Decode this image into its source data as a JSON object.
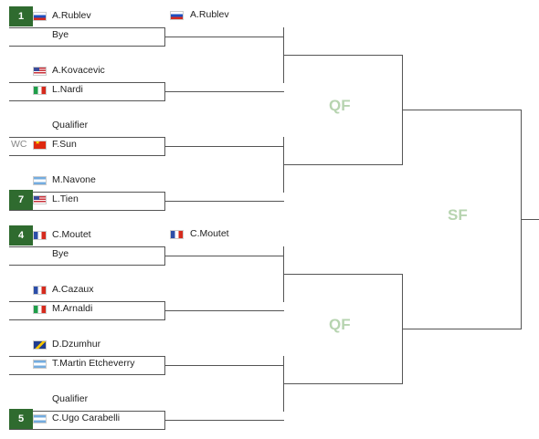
{
  "round1": [
    {
      "seed": "1",
      "wc": "",
      "flag": "ru",
      "name": "A.Rublev"
    },
    {
      "seed": "",
      "wc": "",
      "flag": "",
      "name": "Bye"
    },
    {
      "seed": "",
      "wc": "",
      "flag": "us",
      "name": "A.Kovacevic"
    },
    {
      "seed": "",
      "wc": "",
      "flag": "it",
      "name": "L.Nardi"
    },
    {
      "seed": "",
      "wc": "",
      "flag": "",
      "name": "Qualifier"
    },
    {
      "seed": "",
      "wc": "WC",
      "flag": "cn",
      "name": "F.Sun"
    },
    {
      "seed": "",
      "wc": "",
      "flag": "ar",
      "name": "M.Navone"
    },
    {
      "seed": "7",
      "wc": "",
      "flag": "us",
      "name": "L.Tien"
    },
    {
      "seed": "4",
      "wc": "",
      "flag": "fr",
      "name": "C.Moutet"
    },
    {
      "seed": "",
      "wc": "",
      "flag": "",
      "name": "Bye"
    },
    {
      "seed": "",
      "wc": "",
      "flag": "fr",
      "name": "A.Cazaux"
    },
    {
      "seed": "",
      "wc": "",
      "flag": "it",
      "name": "M.Arnaldi"
    },
    {
      "seed": "",
      "wc": "",
      "flag": "ba",
      "name": "D.Dzumhur"
    },
    {
      "seed": "",
      "wc": "",
      "flag": "ar",
      "name": "T.Martin Etcheverry"
    },
    {
      "seed": "",
      "wc": "",
      "flag": "",
      "name": "Qualifier"
    },
    {
      "seed": "5",
      "wc": "",
      "flag": "ar",
      "name": "C.Ugo Carabelli"
    }
  ],
  "round2": [
    {
      "flag": "ru",
      "name": "A.Rublev"
    },
    {
      "flag": "",
      "name": ""
    },
    {
      "flag": "",
      "name": ""
    },
    {
      "flag": "",
      "name": ""
    },
    {
      "flag": "fr",
      "name": "C.Moutet"
    },
    {
      "flag": "",
      "name": ""
    },
    {
      "flag": "",
      "name": ""
    },
    {
      "flag": "",
      "name": ""
    }
  ],
  "labels": {
    "qf": "QF",
    "sf": "SF"
  },
  "colors": {
    "seed_bg": "#2f6b2f",
    "round_label": "#b7d4b0"
  }
}
